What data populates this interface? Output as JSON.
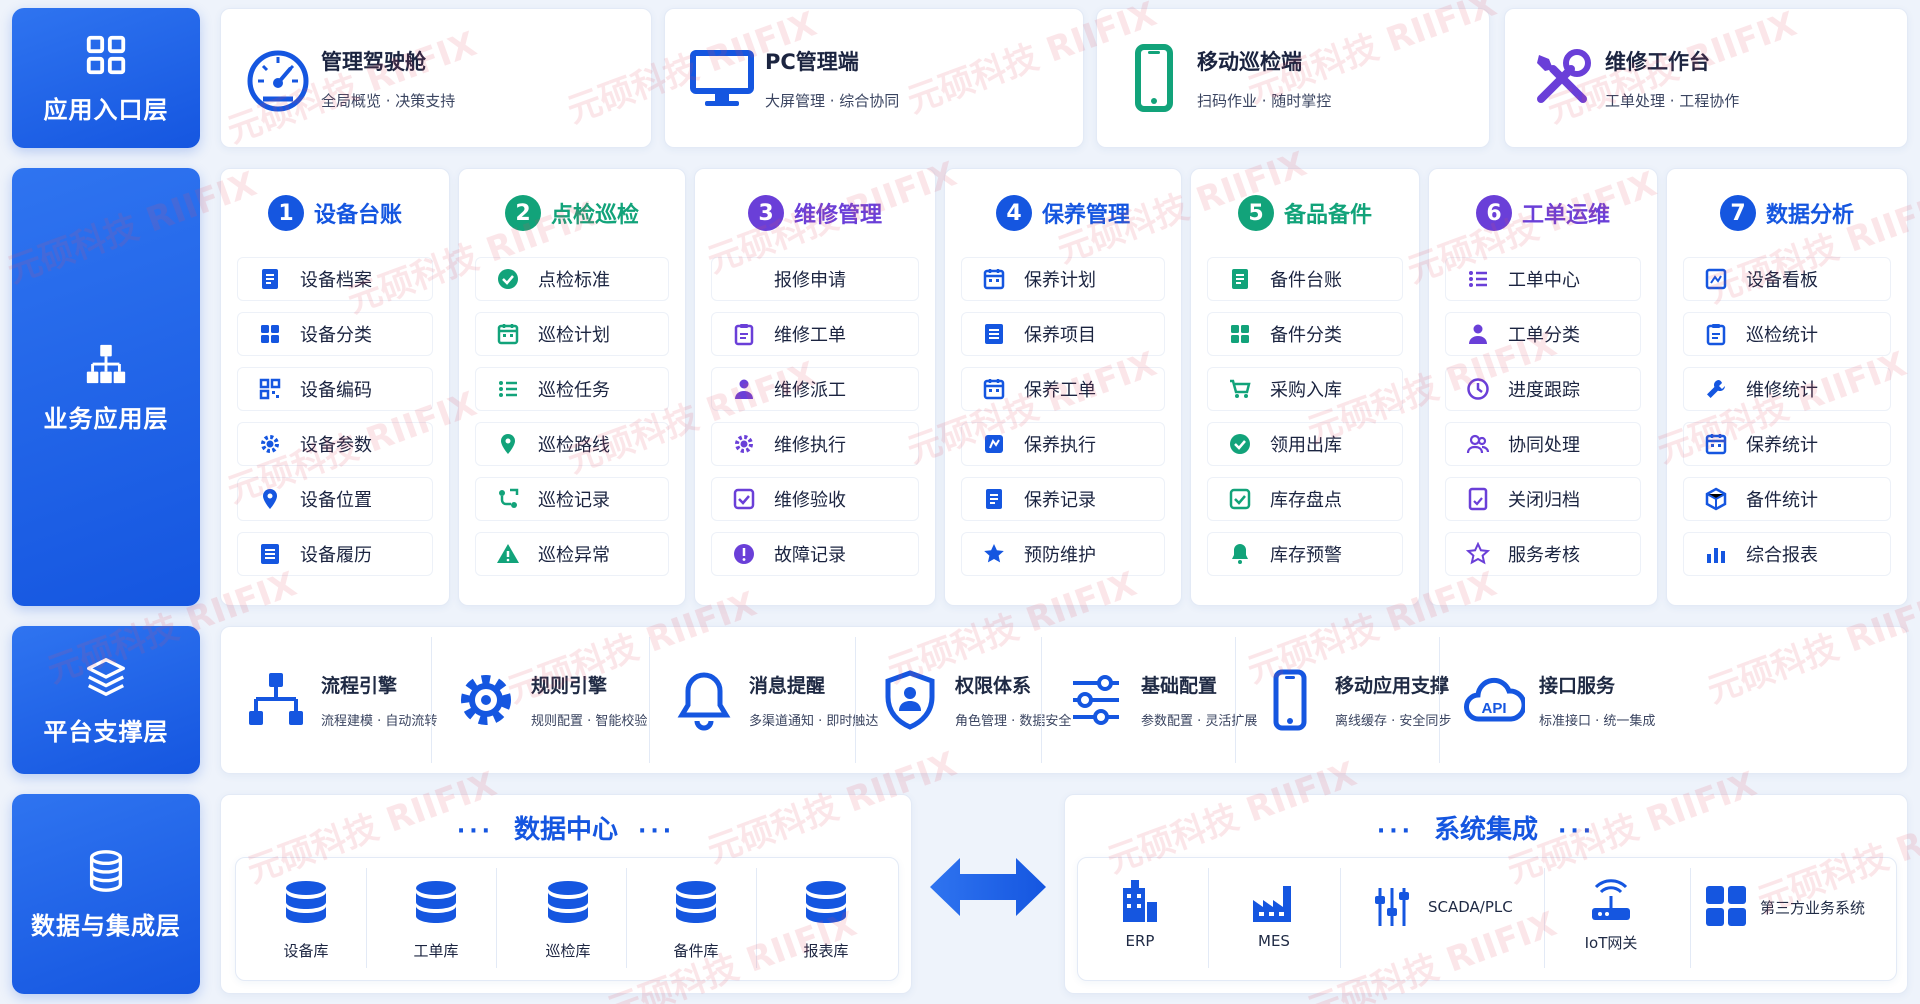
{
  "layers": {
    "entry": "应用入口层",
    "business": "业务应用层",
    "platform": "平台支撑层",
    "data": "数据与集成层"
  },
  "entries": [
    {
      "title": "管理驾驶舱",
      "sub": "全局概览 · 决策支持",
      "icon": "gauge-icon"
    },
    {
      "title": "PC管理端",
      "sub": "大屏管理 · 综合协同",
      "icon": "monitor-icon"
    },
    {
      "title": "移动巡检端",
      "sub": "扫码作业 · 随时掌控",
      "icon": "mobile-icon"
    },
    {
      "title": "维修工作台",
      "sub": "工单处理 · 工程协作",
      "icon": "tools-icon"
    }
  ],
  "modules": [
    {
      "num": "1",
      "name": "设备台账",
      "color": "#1556e0",
      "items": [
        "设备档案",
        "设备分类",
        "设备编码",
        "设备参数",
        "设备位置",
        "设备履历"
      ]
    },
    {
      "num": "2",
      "name": "点检巡检",
      "color": "#12a37a",
      "items": [
        "点检标准",
        "巡检计划",
        "巡检任务",
        "巡检路线",
        "巡检记录",
        "巡检异常"
      ]
    },
    {
      "num": "3",
      "name": "维修管理",
      "color": "#6a3fd8",
      "items": [
        "报修申请",
        "维修工单",
        "维修派工",
        "维修执行",
        "维修验收",
        "故障记录"
      ]
    },
    {
      "num": "4",
      "name": "保养管理",
      "color": "#1556e0",
      "items": [
        "保养计划",
        "保养项目",
        "保养工单",
        "保养执行",
        "保养记录",
        "预防维护"
      ]
    },
    {
      "num": "5",
      "name": "备品备件",
      "color": "#12a37a",
      "items": [
        "备件台账",
        "备件分类",
        "采购入库",
        "领用出库",
        "库存盘点",
        "库存预警"
      ]
    },
    {
      "num": "6",
      "name": "工单运维",
      "color": "#6a3fd8",
      "items": [
        "工单中心",
        "工单分类",
        "进度跟踪",
        "协同处理",
        "关闭归档",
        "服务考核"
      ]
    },
    {
      "num": "7",
      "name": "数据分析",
      "color": "#1556e0",
      "items": [
        "设备看板",
        "巡检统计",
        "维修统计",
        "保养统计",
        "备件统计",
        "综合报表"
      ]
    }
  ],
  "platform": [
    {
      "title": "流程引擎",
      "sub": "流程建模 · 自动流转",
      "icon": "flow-icon"
    },
    {
      "title": "规则引擎",
      "sub": "规则配置 · 智能校验",
      "icon": "gear-icon"
    },
    {
      "title": "消息提醒",
      "sub": "多渠道通知 · 即时触达",
      "icon": "bell-icon"
    },
    {
      "title": "权限体系",
      "sub": "角色管理 · 数据安全",
      "icon": "shield-user-icon"
    },
    {
      "title": "基础配置",
      "sub": "参数配置 · 灵活扩展",
      "icon": "sliders-icon"
    },
    {
      "title": "移动应用支撑",
      "sub": "离线缓存 · 安全同步",
      "icon": "mobile-icon"
    },
    {
      "title": "接口服务",
      "sub": "标准接口 · 统一集成",
      "icon": "api-cloud-icon",
      "badge": "API"
    }
  ],
  "data_center": {
    "title": "数据中心",
    "dbs": [
      "设备库",
      "工单库",
      "巡检库",
      "备件库",
      "报表库"
    ]
  },
  "integration": {
    "title": "系统集成",
    "systems": [
      {
        "name": "ERP",
        "icon": "building-icon"
      },
      {
        "name": "MES",
        "icon": "factory-icon"
      },
      {
        "name": "SCADA/PLC",
        "icon": "scada-icon"
      },
      {
        "name": "IoT网关",
        "icon": "router-icon"
      },
      {
        "name": "第三方业务系统",
        "icon": "apps-icon"
      }
    ]
  },
  "watermark": "元硕科技 RIIFIX",
  "colors": {
    "primary": "#1556e0",
    "green": "#12a37a",
    "purple": "#6a3fd8"
  }
}
